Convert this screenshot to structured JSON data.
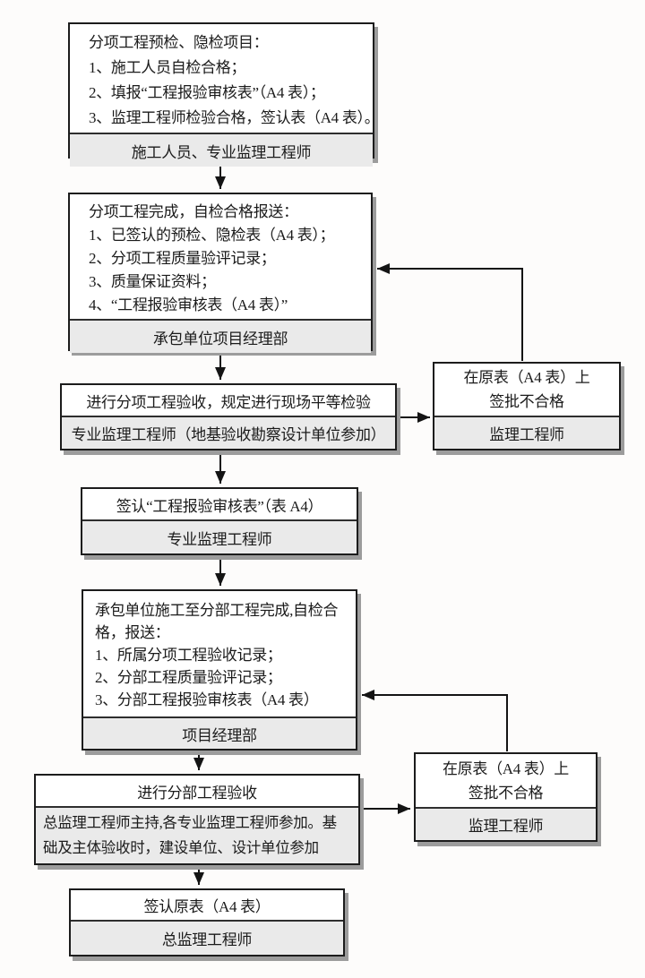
{
  "colors": {
    "background": "#fdfcfb",
    "box_border": "#1c1c1c",
    "box_fill": "#ffffff",
    "role_fill": "#eaeaea",
    "divider": "#2e2e2e",
    "arrow": "#141414",
    "shadow": "#9c9c9c",
    "text": "#1b1b1b"
  },
  "boxes": {
    "preinspection": {
      "lines": [
        "分项工程预检、隐检项目：",
        "1、施工人员自检合格；",
        "2、填报“工程报验审核表”（A4 表）；",
        "3、监理工程师检验合格，签认表（A4 表）。"
      ],
      "role": "施工人员、专业监理工程师"
    },
    "subitem_submit": {
      "lines": [
        "分项工程完成，自检合格报送：",
        "1、已签认的预检、隐检表（A4 表）；",
        "2、分项工程质量验评记录；",
        "3、质量保证资料；",
        "4、“工程报验审核表（A4 表）”"
      ],
      "role": "承包单位项目经理部"
    },
    "subitem_acceptance": {
      "lines": [
        "进行分项工程验收，规定进行现场平等检验"
      ],
      "role": "专业监理工程师（地基验收勘察设计单位参加）"
    },
    "reject_top": {
      "lines": [
        "在原表（A4 表）上",
        "签批不合格"
      ],
      "role": "监理工程师"
    },
    "sign_form": {
      "lines": [
        "签认“工程报验审核表”（表 A4）"
      ],
      "role": "专业监理工程师"
    },
    "division_submit": {
      "lines": [
        "承包单位施工至分部工程完成,自检合",
        "格，报送：",
        "1、所属分项工程验收记录；",
        "2、分部工程质量验评记录；",
        "3、分部工程报验审核表（A4 表）"
      ],
      "role": "项目经理部"
    },
    "division_acceptance": {
      "lines": [
        "进行分部工程验收"
      ],
      "role_lines": [
        "总监理工程师主持,各专业监理工程师参加。基",
        "础及主体验收时，建设单位、设计单位参加"
      ]
    },
    "reject_bottom": {
      "lines": [
        "在原表（A4 表）上",
        "签批不合格"
      ],
      "role": "监理工程师"
    },
    "sign_original": {
      "lines": [
        "签认原表（A4 表）"
      ],
      "role": "总监理工程师"
    }
  }
}
